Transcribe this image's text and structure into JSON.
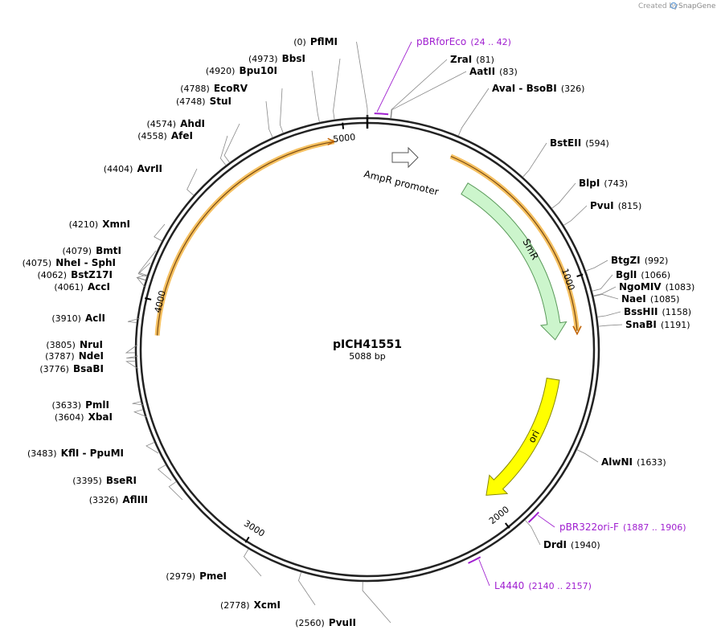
{
  "credit": {
    "prefix": "Created by",
    "brand": "SnapGene"
  },
  "plasmid": {
    "name": "pICH41551",
    "length_label": "5088 bp",
    "length_bp": 5088
  },
  "ticks": [
    {
      "label": "1000",
      "bp": 1000
    },
    {
      "label": "2000",
      "bp": 2000
    },
    {
      "label": "3000",
      "bp": 3000
    },
    {
      "label": "4000",
      "bp": 4000
    },
    {
      "label": "5000",
      "bp": 5000
    }
  ],
  "sites": [
    {
      "name": "PflMI",
      "pos": "(0)",
      "bp": 0
    },
    {
      "name": "ZraI",
      "pos": "(81)",
      "bp": 81
    },
    {
      "name": "AatII",
      "pos": "(83)",
      "bp": 83
    },
    {
      "name": "AvaI  - BsoBI",
      "pos": "(326)",
      "bp": 326
    },
    {
      "name": "BstEII",
      "pos": "(594)",
      "bp": 594
    },
    {
      "name": "BlpI",
      "pos": "(743)",
      "bp": 743
    },
    {
      "name": "PvuI",
      "pos": "(815)",
      "bp": 815
    },
    {
      "name": "BtgZI",
      "pos": "(992)",
      "bp": 992
    },
    {
      "name": "BglI",
      "pos": "(1066)",
      "bp": 1066
    },
    {
      "name": "NgoMIV",
      "pos": "(1083)",
      "bp": 1083
    },
    {
      "name": "NaeI",
      "pos": "(1085)",
      "bp": 1085
    },
    {
      "name": "BssHII",
      "pos": "(1158)",
      "bp": 1158
    },
    {
      "name": "SnaBI",
      "pos": "(1191)",
      "bp": 1191
    },
    {
      "name": "AlwNI",
      "pos": "(1633)",
      "bp": 1633
    },
    {
      "name": "DrdI",
      "pos": "(1940)",
      "bp": 1940
    },
    {
      "name": "PvuII",
      "pos": "(2560)",
      "bp": 2560
    },
    {
      "name": "XcmI",
      "pos": "(2778)",
      "bp": 2778
    },
    {
      "name": "PmeI",
      "pos": "(2979)",
      "bp": 2979
    },
    {
      "name": "AflIII",
      "pos": "(3326)",
      "bp": 3326
    },
    {
      "name": "BseRI",
      "pos": "(3395)",
      "bp": 3395
    },
    {
      "name": "KflI  - PpuMI",
      "pos": "(3483)",
      "bp": 3483
    },
    {
      "name": "XbaI",
      "pos": "(3604)",
      "bp": 3604
    },
    {
      "name": "PmlI",
      "pos": "(3633)",
      "bp": 3633
    },
    {
      "name": "BsaBI",
      "pos": "(3776)",
      "bp": 3776
    },
    {
      "name": "NdeI",
      "pos": "(3787)",
      "bp": 3787
    },
    {
      "name": "NruI",
      "pos": "(3805)",
      "bp": 3805
    },
    {
      "name": "AclI",
      "pos": "(3910)",
      "bp": 3910
    },
    {
      "name": "AccI",
      "pos": "(4061)",
      "bp": 4061
    },
    {
      "name": "BstZ17I",
      "pos": "(4062)",
      "bp": 4062
    },
    {
      "name": "NheI  - SphI",
      "pos": "(4075)",
      "bp": 4075
    },
    {
      "name": "BmtI",
      "pos": "(4079)",
      "bp": 4079
    },
    {
      "name": "XmnI",
      "pos": "(4210)",
      "bp": 4210
    },
    {
      "name": "AvrII",
      "pos": "(4404)",
      "bp": 4404
    },
    {
      "name": "AfeI",
      "pos": "(4558)",
      "bp": 4558
    },
    {
      "name": "AhdI",
      "pos": "(4574)",
      "bp": 4574
    },
    {
      "name": "StuI",
      "pos": "(4748)",
      "bp": 4748
    },
    {
      "name": "EcoRV",
      "pos": "(4788)",
      "bp": 4788
    },
    {
      "name": "Bpu10I",
      "pos": "(4920)",
      "bp": 4920
    },
    {
      "name": "BbsI",
      "pos": "(4973)",
      "bp": 4973
    }
  ],
  "primers": [
    {
      "name": "pBRforEco",
      "range": "(24 .. 42)",
      "start": 24,
      "end": 42
    },
    {
      "name": "pBR322ori-F",
      "range": "(1887 .. 1906)",
      "start": 1887,
      "end": 1906
    },
    {
      "name": "L4440",
      "range": "(2140 .. 2157)",
      "start": 2140,
      "end": 2157
    }
  ],
  "features": [
    {
      "name": "AmpR promoter",
      "color": "#ffffff",
      "start": 120,
      "end": 225
    },
    {
      "name": "SmR",
      "color": "#ccf5cc",
      "start": 440,
      "end": 1230
    },
    {
      "name": "ori",
      "color": "#ffff00",
      "start": 1400,
      "end": 1990
    }
  ],
  "colors": {
    "primer": "#a020d0",
    "orange_arc": "#f0a030",
    "backbone": "#222222"
  }
}
